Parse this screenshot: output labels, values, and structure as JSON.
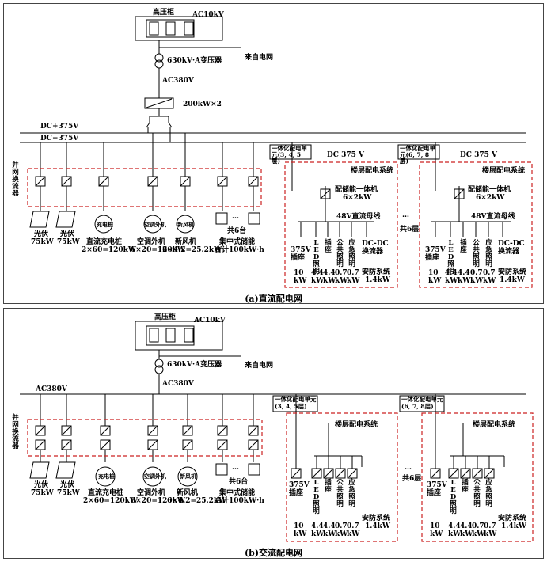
{
  "panel_a": {
    "caption": "(a)直流配电网",
    "hv_cabinet": "高压柜",
    "ac10kv": "AC10kV",
    "transformer": "630kV·A变压器",
    "grid_source": "来自电网",
    "ac380v": "AC380V",
    "converter_rating": "200kW×2",
    "dc_pos": "DC+375V",
    "dc_neg": "DC−375V",
    "grid_inverter": "并网换流器",
    "loads": [
      {
        "label": "光伏",
        "rating": "75kW"
      },
      {
        "label": "光伏",
        "rating": "75kW"
      },
      {
        "label": "充电桩",
        "desc": "直流充电桩",
        "rating": "2×60=120kW"
      },
      {
        "label": "空调外机",
        "desc": "空调外机",
        "rating": "6×20=120kW"
      },
      {
        "label": "新风机",
        "desc": "新风机",
        "rating": "6×4.2=25.2kW"
      },
      {
        "label": "共6台",
        "desc": "集中式储能",
        "rating": "合计100kW·h"
      }
    ],
    "units": [
      {
        "title": "一体化配电单元(3, 4, 5层)",
        "dc": "DC 375 V",
        "system": "楼层配电系统",
        "dist": "配储能一体机",
        "dist_rating": "6×2kW",
        "bus48": "48V直流母线",
        "loads": [
          "375V插座",
          "LED照明",
          "插座",
          "公共照明",
          "应急照明",
          "DC-DC换流器"
        ],
        "powers": [
          "10 kW",
          "4.4 kW",
          "4.4 kW",
          "0.7 kW",
          "0.7 kW"
        ],
        "security": "安防系统",
        "security_power": "1.4kW"
      },
      {
        "title": "一体化配电单元(6, 7, 8层)",
        "dc": "DC 375 V",
        "system": "楼层配电系统",
        "dist": "配储能一体机",
        "dist_rating": "6×2kW",
        "bus48": "48V直流母线",
        "loads": [
          "375V插座",
          "LED照明",
          "插座",
          "公共照明",
          "应急照明",
          "DC-DC换流器"
        ],
        "powers": [
          "10 kW",
          "4.4 kW",
          "4.4 kW",
          "0.7 kW",
          "0.7 kW"
        ],
        "security": "安防系统",
        "security_power": "1.4kW"
      }
    ],
    "floors6": "共6层"
  },
  "panel_b": {
    "caption": "(b)交流配电网",
    "hv_cabinet": "高压柜",
    "ac10kv": "AC10kV",
    "transformer": "630kV·A变压器",
    "grid_source": "来自电网",
    "ac380v_bus": "AC380V",
    "ac380v": "AC380V",
    "grid_inverter": "并网换流器",
    "loads": [
      {
        "label": "光伏",
        "rating": "75kW"
      },
      {
        "label": "光伏",
        "rating": "75kW"
      },
      {
        "label": "充电桩",
        "desc": "直流充电桩",
        "rating": "2×60=120kW"
      },
      {
        "label": "空调外机",
        "desc": "空调外机",
        "rating": "6×20=120kW"
      },
      {
        "label": "新风机",
        "desc": "新风机",
        "rating": "6×4.2=25.2kW"
      },
      {
        "label": "共6台",
        "desc": "集中式储能",
        "rating": "合计100kW·h"
      }
    ],
    "units": [
      {
        "title": "一体化配电单元(3, 4, 5层)",
        "system": "楼层配电系统",
        "loads": [
          "375V插座",
          "LED照明",
          "插座",
          "公共照明",
          "应急照明"
        ],
        "powers": [
          "10 kW",
          "4.4 kW",
          "4.4 kW",
          "0.7 kW",
          "0.7 kW"
        ],
        "security": "安防系统",
        "security_power": "1.4kW"
      },
      {
        "title": "一体化配电单元(6, 7, 8层)",
        "system": "楼层配电系统",
        "loads": [
          "375V插座",
          "LED照明",
          "插座",
          "公共照明",
          "应急照明"
        ],
        "powers": [
          "10 kW",
          "4.4 kW",
          "4.4 kW",
          "0.7 kW",
          "0.7 kW"
        ],
        "security": "安防系统",
        "security_power": "1.4kW"
      }
    ],
    "floors6": "共6层"
  },
  "colors": {
    "line": "#000000",
    "dashed_box": "#cc2222"
  }
}
